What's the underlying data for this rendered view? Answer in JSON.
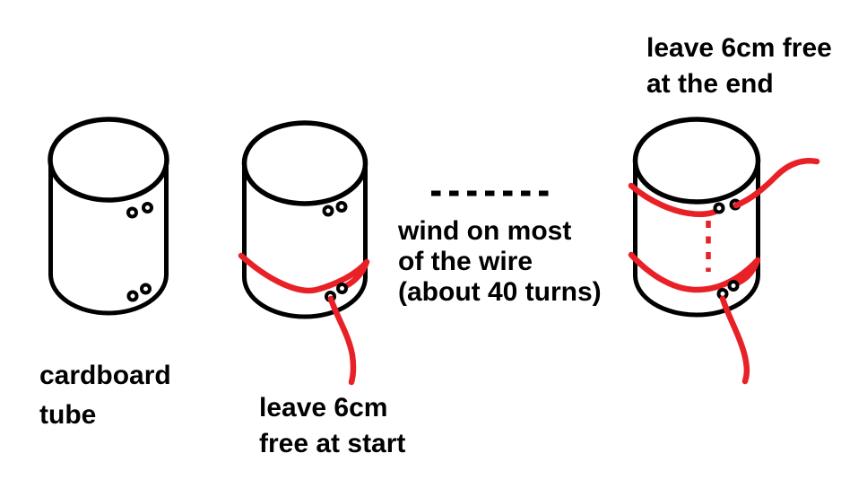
{
  "colors": {
    "ink": "#000000",
    "wire": "#e82127",
    "paper": "#ffffff"
  },
  "labels": {
    "cardboard_tube": {
      "line1": "cardboard",
      "line2": "tube"
    },
    "wire_start": {
      "line1": "leave 6cm",
      "line2": "free at start"
    },
    "wind_instruction": {
      "line1": "wind on most",
      "line2": "of the wire",
      "line3": "(about 40 turns)"
    },
    "wire_end": {
      "line1": "leave 6cm free",
      "line2": "at the end"
    }
  }
}
